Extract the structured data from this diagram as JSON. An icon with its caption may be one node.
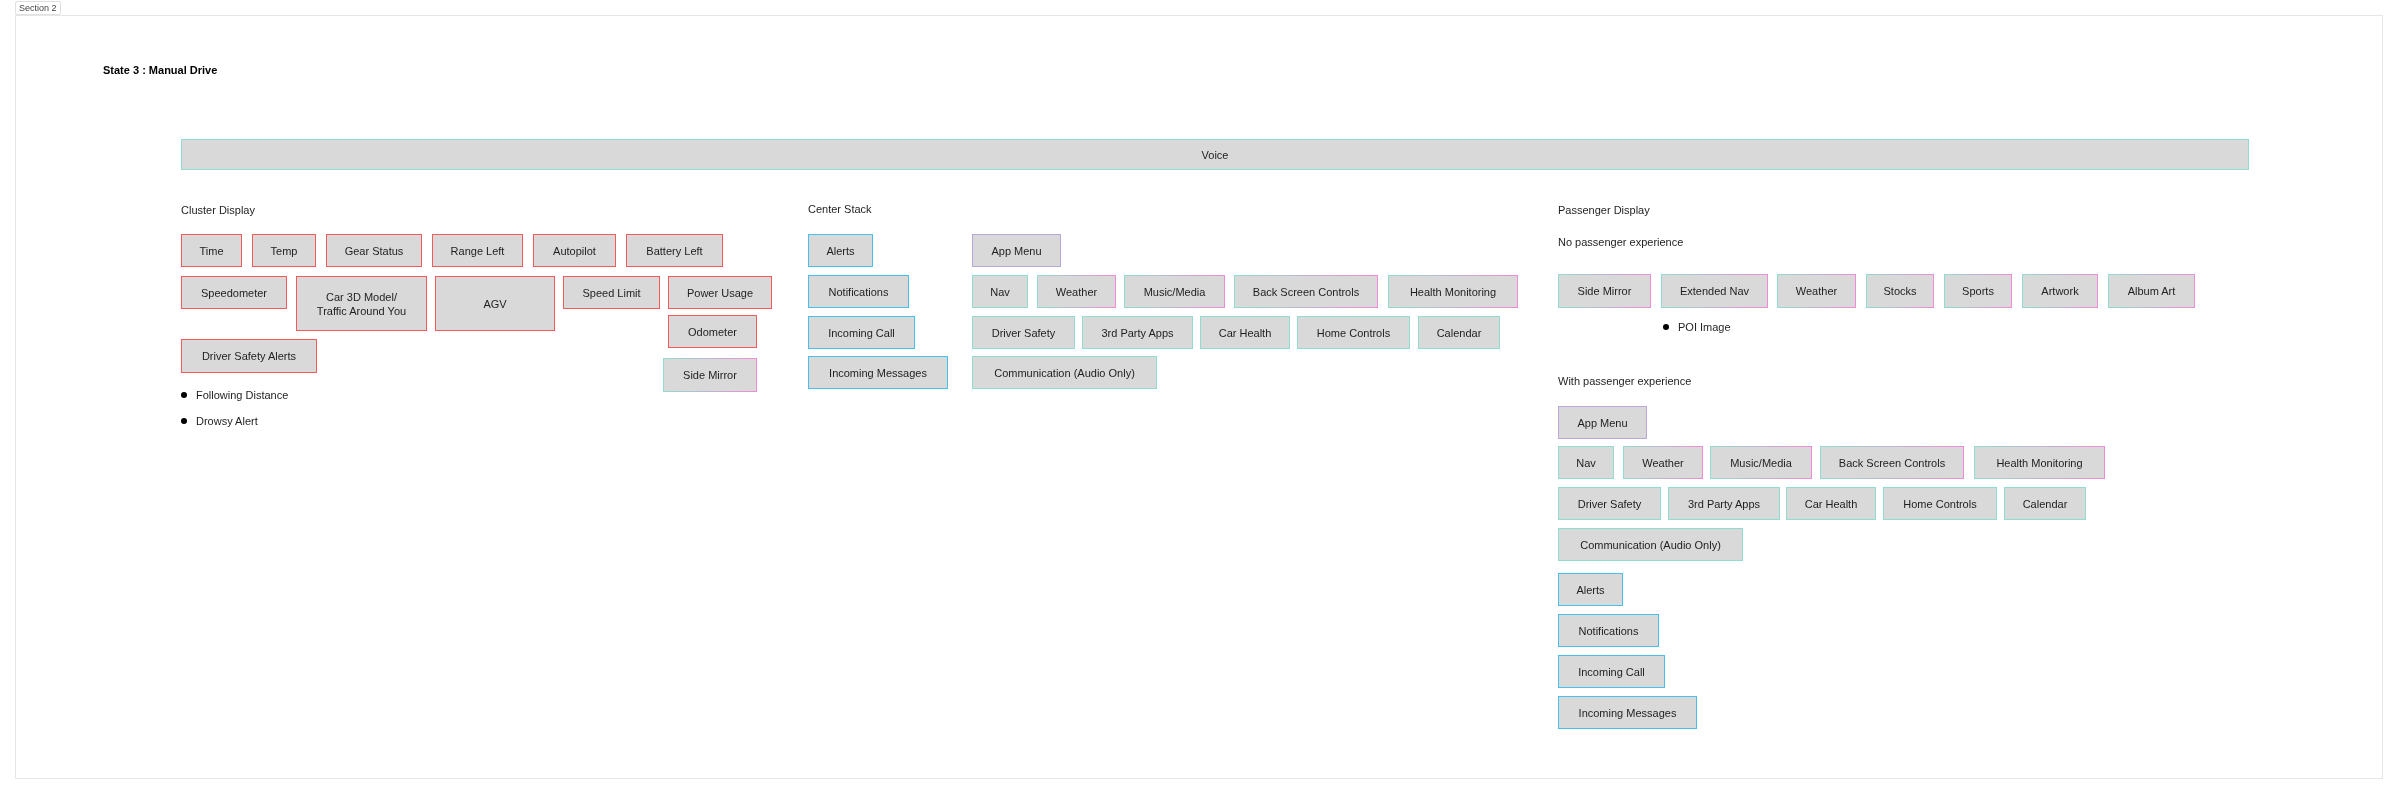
{
  "diagram": {
    "title": "State 3 : Manual Drive",
    "nodes": [
      {
        "text": [
          "Section 2"
        ]
      },
      {
        "text": [
          "Voice"
        ],
        "in": 0
      },
      {
        "text": [
          "Time"
        ],
        "in": 0
      },
      {
        "text": [
          "Temp"
        ],
        "in": 0
      },
      {
        "text": [
          "Gear Status"
        ],
        "in": 0
      },
      {
        "text": [
          "Range Left"
        ],
        "in": 0
      },
      {
        "text": [
          "Autopilot"
        ],
        "in": 0
      },
      {
        "text": [
          "Battery Left"
        ],
        "in": 0
      },
      {
        "text": [
          "Speedometer"
        ],
        "in": 0
      },
      {
        "text": [
          "Car 3D Model/ Traffic Around You"
        ],
        "in": 0
      },
      {
        "text": [
          "AGV"
        ],
        "in": 0
      },
      {
        "text": [
          "Speed Limit"
        ],
        "in": 0
      },
      {
        "text": [
          "Power Usage"
        ],
        "in": 0
      },
      {
        "text": [
          "Odometer"
        ],
        "in": 0
      },
      {
        "text": [
          "Side Mirror"
        ],
        "in": 0
      },
      {
        "text": [
          "Driver Safety Alerts"
        ],
        "in": 0,
        "beside": [
          "Following Distance",
          "Drowsy Alert"
        ]
      },
      {
        "text": [
          "Alerts"
        ],
        "in": 0
      },
      {
        "text": [
          "Notifications"
        ],
        "in": 0
      },
      {
        "text": [
          "Incoming Call"
        ],
        "in": 0
      },
      {
        "text": [
          "Incoming Messages"
        ],
        "in": 0
      },
      {
        "text": [
          "App Menu"
        ],
        "in": 0
      },
      {
        "text": [
          "Nav"
        ],
        "in": 0
      },
      {
        "text": [
          "Weather"
        ],
        "in": 0
      },
      {
        "text": [
          "Music/Media"
        ],
        "in": 0
      },
      {
        "text": [
          "Back Screen Controls"
        ],
        "in": 0
      },
      {
        "text": [
          "Health Monitoring"
        ],
        "in": 0
      },
      {
        "text": [
          "Driver Safety"
        ],
        "in": 0
      },
      {
        "text": [
          "3rd Party Apps"
        ],
        "in": 0
      },
      {
        "text": [
          "Car Health"
        ],
        "in": 0
      },
      {
        "text": [
          "Home Controls"
        ],
        "in": 0
      },
      {
        "text": [
          "Calendar"
        ],
        "in": 0
      },
      {
        "text": [
          "Communication (Audio Only)"
        ],
        "in": 0
      },
      {
        "text": [
          "Side Mirror"
        ],
        "in": 0
      },
      {
        "text": [
          "Extended Nav"
        ],
        "in": 0,
        "beside": [
          "POI Image"
        ]
      },
      {
        "text": [
          "Weather"
        ],
        "in": 0
      },
      {
        "text": [
          "Stocks"
        ],
        "in": 0
      },
      {
        "text": [
          "Sports"
        ],
        "in": 0
      },
      {
        "text": [
          "Artwork"
        ],
        "in": 0
      },
      {
        "text": [
          "Album Art"
        ],
        "in": 0
      },
      {
        "text": [
          "App Menu"
        ],
        "in": 0
      },
      {
        "text": [
          "Nav"
        ],
        "in": 0
      },
      {
        "text": [
          "Weather"
        ],
        "in": 0
      },
      {
        "text": [
          "Music/Media"
        ],
        "in": 0
      },
      {
        "text": [
          "Back Screen Controls"
        ],
        "in": 0
      },
      {
        "text": [
          "Health Monitoring"
        ],
        "in": 0
      },
      {
        "text": [
          "Driver Safety"
        ],
        "in": 0
      },
      {
        "text": [
          "3rd Party Apps"
        ],
        "in": 0
      },
      {
        "text": [
          "Car Health"
        ],
        "in": 0
      },
      {
        "text": [
          "Home Controls"
        ],
        "in": 0
      },
      {
        "text": [
          "Calendar"
        ],
        "in": 0
      },
      {
        "text": [
          "Communication (Audio Only)"
        ],
        "in": 0
      },
      {
        "text": [
          "Alerts"
        ],
        "in": 0
      },
      {
        "text": [
          "Notifications"
        ],
        "in": 0
      },
      {
        "text": [
          "Incoming Call"
        ],
        "in": 0
      },
      {
        "text": [
          "Incoming Messages"
        ],
        "in": 0
      }
    ],
    "labels": [
      "Cluster Display",
      "Center Stack",
      "Passenger Display",
      "No passenger experience",
      "With passenger experience"
    ]
  }
}
